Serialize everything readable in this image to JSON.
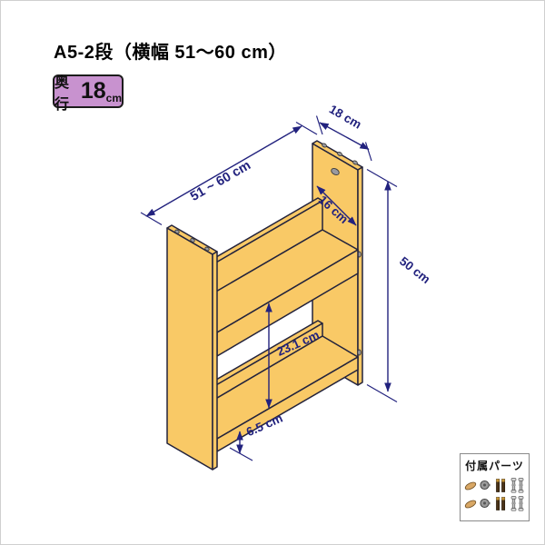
{
  "page": {
    "background": "#ffffff",
    "border_color": "#cfcfcf"
  },
  "header": {
    "title": "A5-2段（横幅 51〜60 cm）"
  },
  "depth_badge": {
    "prefix": "奥行",
    "value": "18",
    "unit": "cm",
    "bg_color": "#c892cf"
  },
  "diagram": {
    "wood_color": "#f9c966",
    "outline_color": "#23233c",
    "dimension_color": "#22227e",
    "labels": {
      "width": "51 ~ 60 cm",
      "depth": "18 cm",
      "shelf_depth": "16 cm",
      "height": "50 cm",
      "shelf_clearance": "23.1 cm",
      "bottom_clearance": "6.5 cm"
    }
  },
  "parts_box": {
    "title": "付属パーツ",
    "icons": [
      "wood-dowel-icon",
      "cam-lock-icon",
      "shelf-pin-icon",
      "connector-bolt-icon"
    ]
  }
}
